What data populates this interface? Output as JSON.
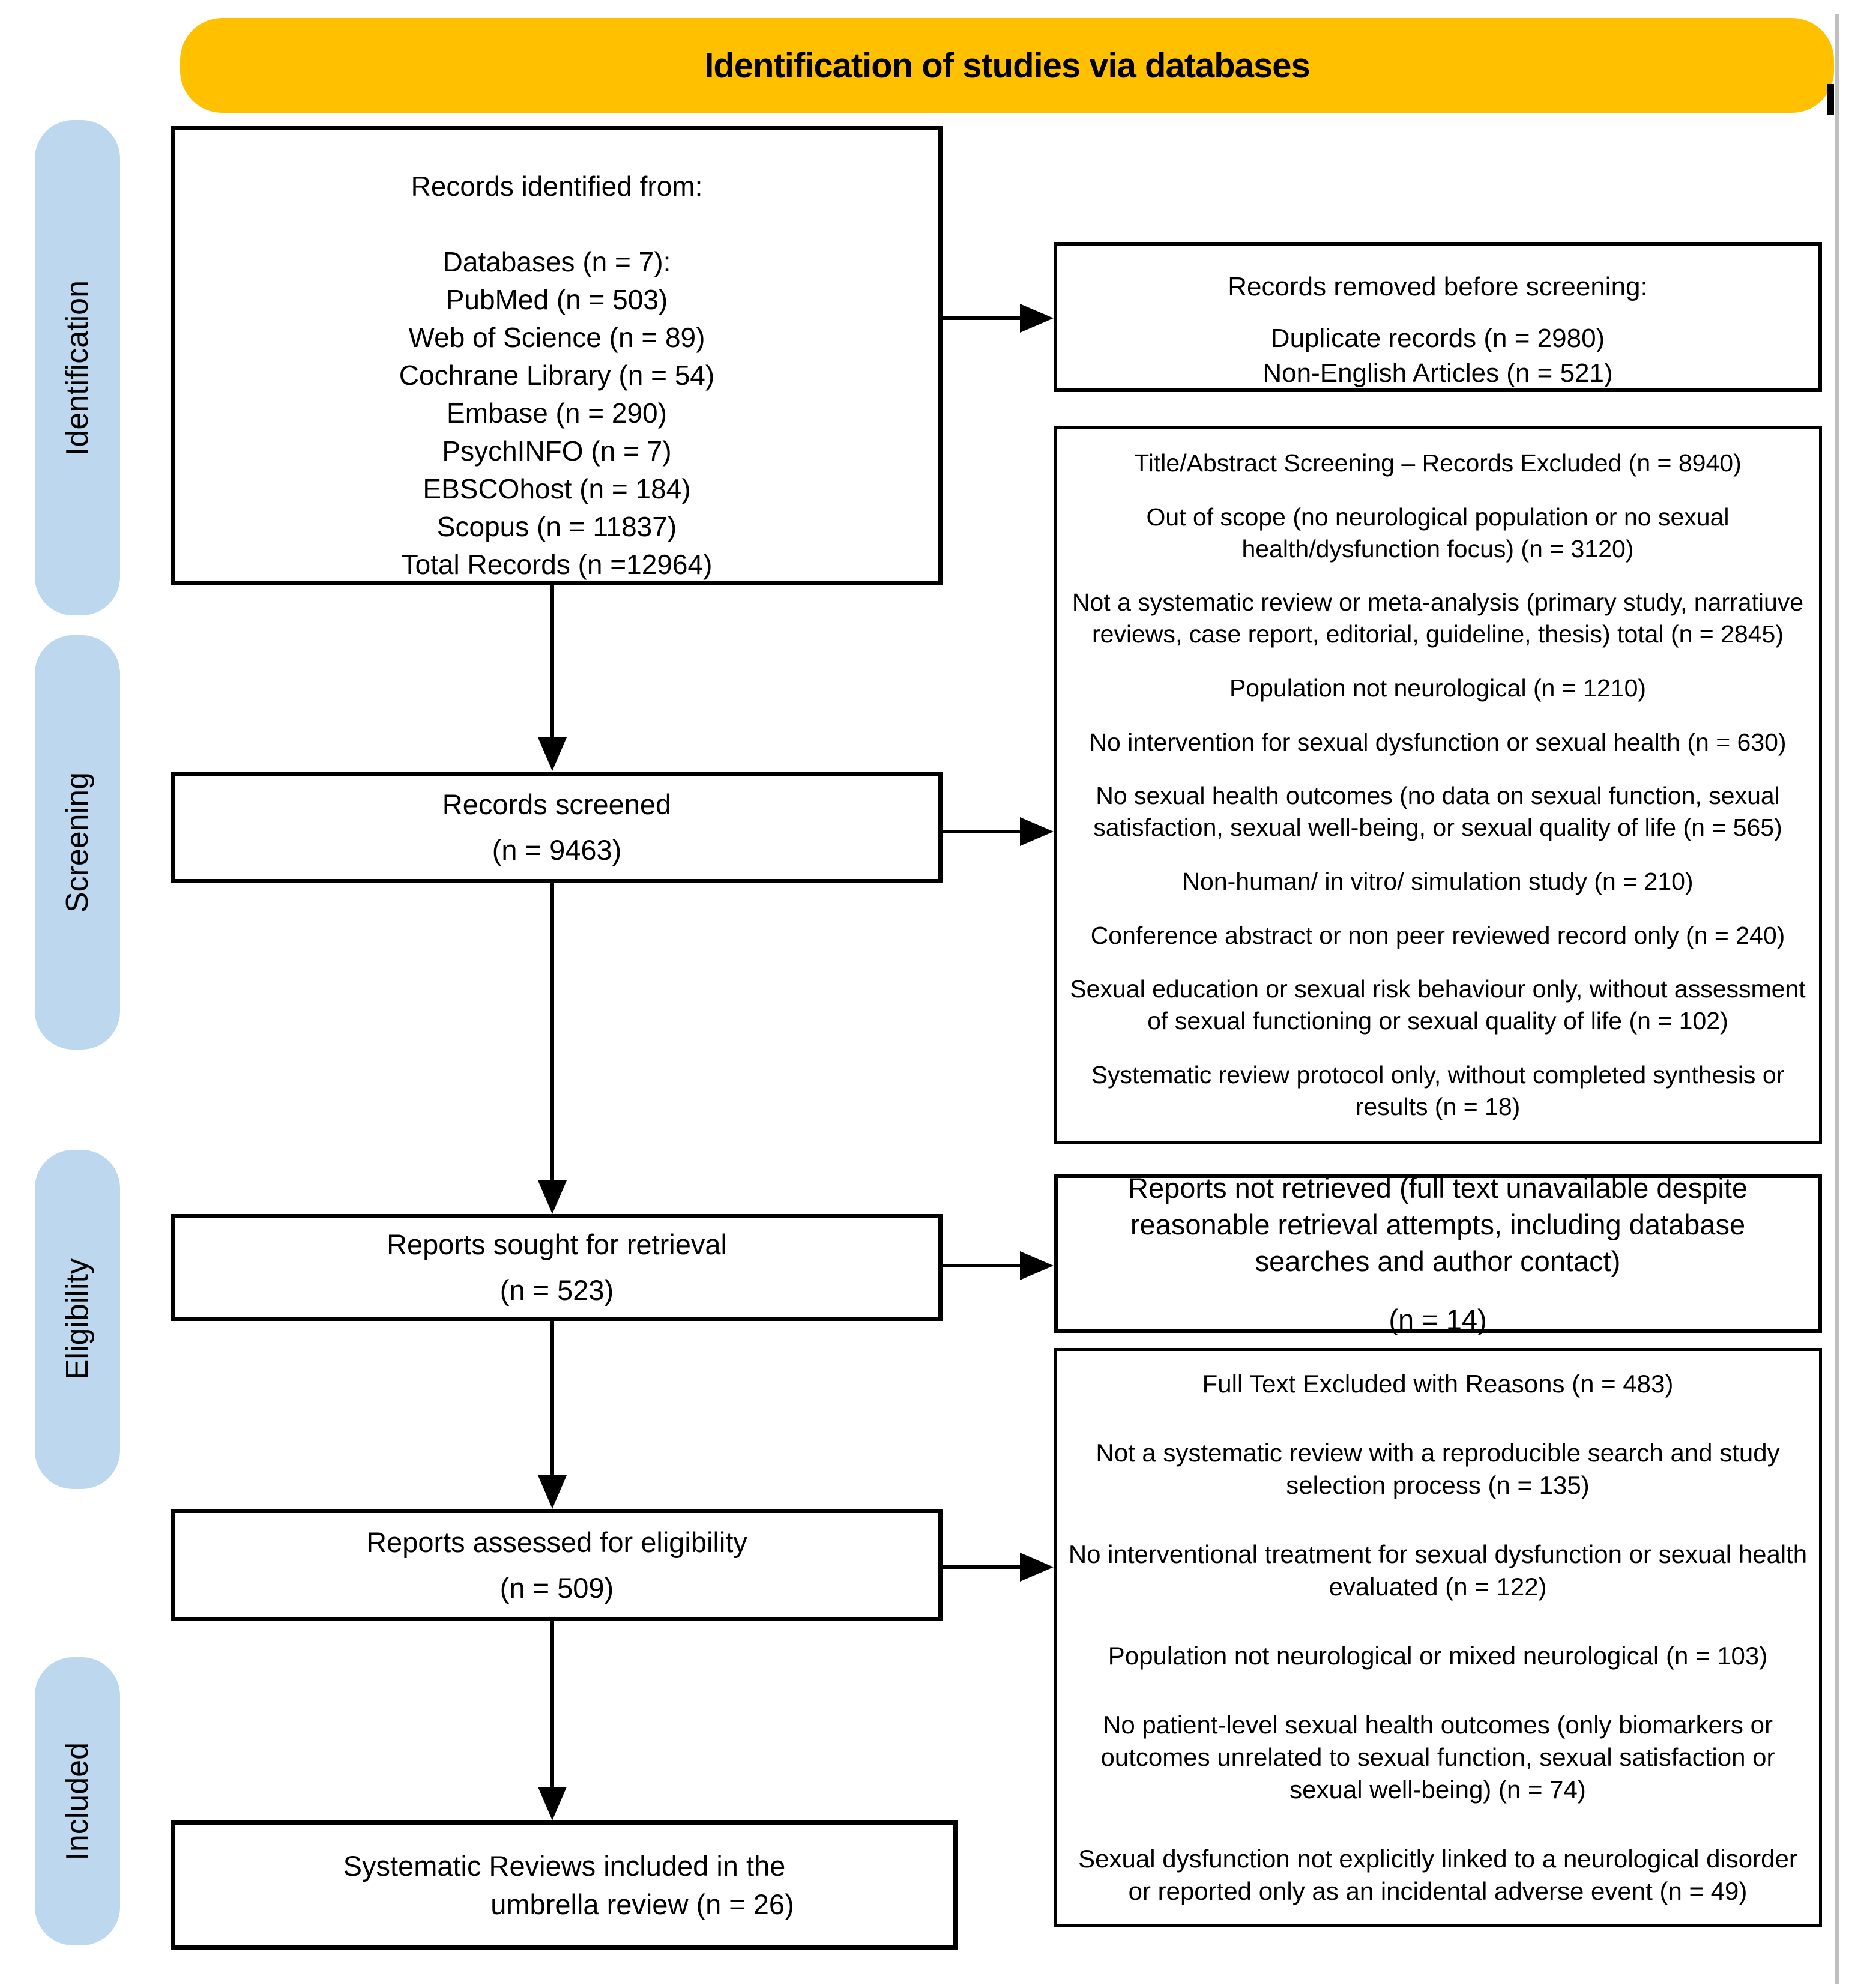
{
  "banner": {
    "title": "Identification of studies via databases"
  },
  "sidebar": {
    "stages": [
      {
        "label": "Identification"
      },
      {
        "label": "Screening"
      },
      {
        "label": "Eligibility"
      },
      {
        "label": "Included"
      }
    ]
  },
  "boxes": {
    "records_identified": {
      "title": "Records identified from:",
      "items": [
        "Databases (n = 7):",
        "PubMed (n = 503)",
        "Web of Science (n = 89)",
        "Cochrane Library (n = 54)",
        "Embase (n = 290)",
        "PsychINFO (n = 7)",
        "EBSCOhost (n = 184)",
        "Scopus (n = 11837)",
        "Total Records (n =12964)"
      ]
    },
    "records_removed": {
      "title": "Records removed before screening:",
      "items": [
        "Duplicate records (n = 2980)",
        "Non-English Articles (n = 521)"
      ]
    },
    "records_screened": {
      "line1": "Records screened",
      "line2": "(n = 9463)"
    },
    "title_abstract_excluded": {
      "title": "Title/Abstract Screening – Records Excluded (n = 8940)",
      "items": [
        "Out of scope (no neurological population or no sexual health/dysfunction focus) (n = 3120)",
        "Not a systematic review or meta-analysis (primary study, narratiuve reviews, case report, editorial, guideline, thesis) total (n = 2845)",
        "Population not neurological (n = 1210)",
        "No intervention for sexual dysfunction or sexual health (n = 630)",
        "No sexual health outcomes (no data on sexual function, sexual satisfaction, sexual well-being, or sexual quality of life (n = 565)",
        "Non-human/ in vitro/ simulation study (n = 210)",
        "Conference abstract or non peer reviewed record only (n = 240)",
        "Sexual education or sexual risk behaviour only, without assessment of sexual functioning or sexual quality of life (n = 102)",
        "Systematic review protocol only, without completed synthesis or results (n = 18)"
      ]
    },
    "reports_sought": {
      "line1": "Reports sought for retrieval",
      "line2": "(n = 523)"
    },
    "reports_not_retrieved": {
      "body": "Reports not retrieved (full text unavailable despite reasonable retrieval attempts, including database searches and author contact)",
      "count": "(n = 14)"
    },
    "reports_assessed": {
      "line1": "Reports assessed for eligibility",
      "line2": "(n = 509)"
    },
    "full_text_excluded": {
      "title": "Full Text Excluded with Reasons (n = 483)",
      "items": [
        "Not a systematic review with a reproducible search and study selection process (n = 135)",
        "No interventional treatment for sexual dysfunction or sexual health evaluated (n = 122)",
        "Population not neurological or mixed neurological (n = 103)",
        "No patient-level sexual health outcomes (only biomarkers or outcomes unrelated to sexual function, sexual satisfaction or sexual well-being) (n = 74)",
        "Sexual dysfunction not explicitly linked to a neurological disorder or reported only as an incidental adverse event (n = 49)"
      ]
    },
    "included_reviews": {
      "line1": "Systematic Reviews included in the",
      "line2": "umbrella review (n = 26)"
    }
  },
  "colors": {
    "banner_bg": "#FFC000",
    "stage_bg": "#BDD7EE",
    "line": "#000000",
    "side_rule": "#BFBFBF"
  }
}
